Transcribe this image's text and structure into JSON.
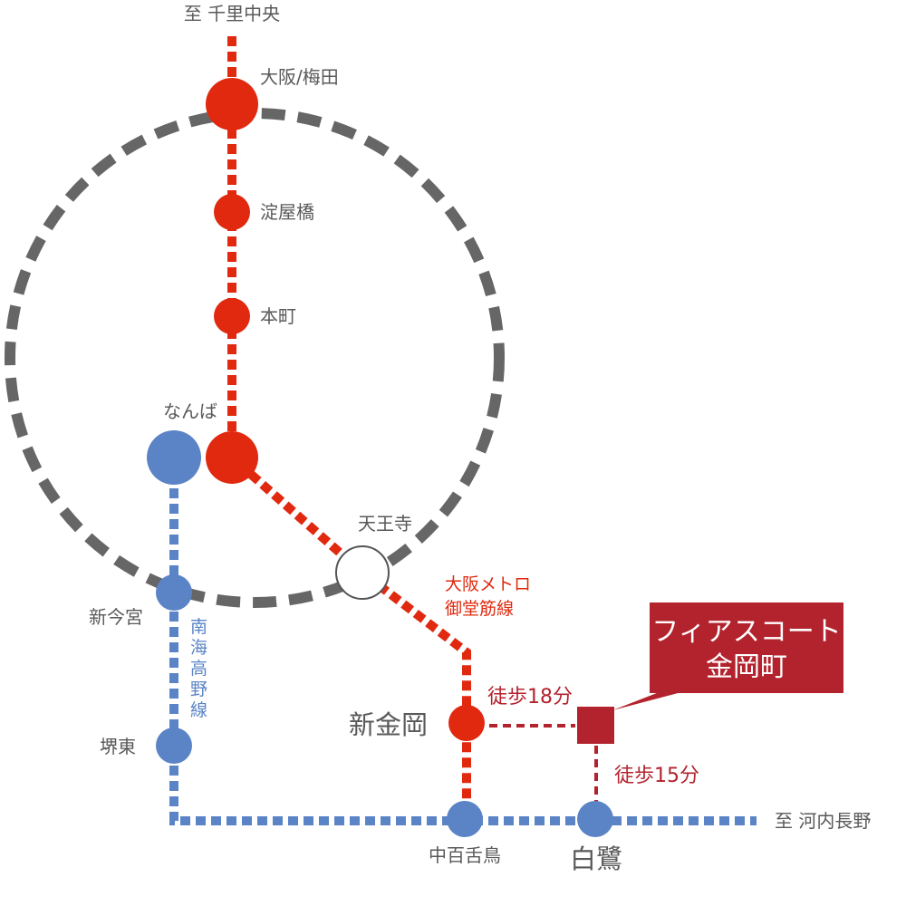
{
  "colors": {
    "loop_line": "#666666",
    "metro_line": "#e0290f",
    "nankai_line": "#5b84c6",
    "walk_line": "#b3232e",
    "callout_bg": "#b3232e",
    "text_gray": "#595959"
  },
  "directions": {
    "north": "至 千里中央",
    "east": "至 河内長野"
  },
  "stations": {
    "osaka_umeda": "大阪/梅田",
    "yodoyabashi": "淀屋橋",
    "hommachi": "本町",
    "namba": "なんば",
    "tennoji": "天王寺",
    "shin_imamiya": "新今宮",
    "sakaihigashi": "堺東",
    "shinkanaoka": "新金岡",
    "nakamozu": "中百舌鳥",
    "shirasagi": "白鷺"
  },
  "lines": {
    "metro_line1": "大阪メトロ",
    "metro_line2": "御堂筋線",
    "nankai_koya": "南海高野線"
  },
  "walks": {
    "to_shinkanaoka": "徒歩18分",
    "to_shirasagi": "徒歩15分"
  },
  "property": {
    "line1": "フィアスコート",
    "line2": "金岡町"
  }
}
